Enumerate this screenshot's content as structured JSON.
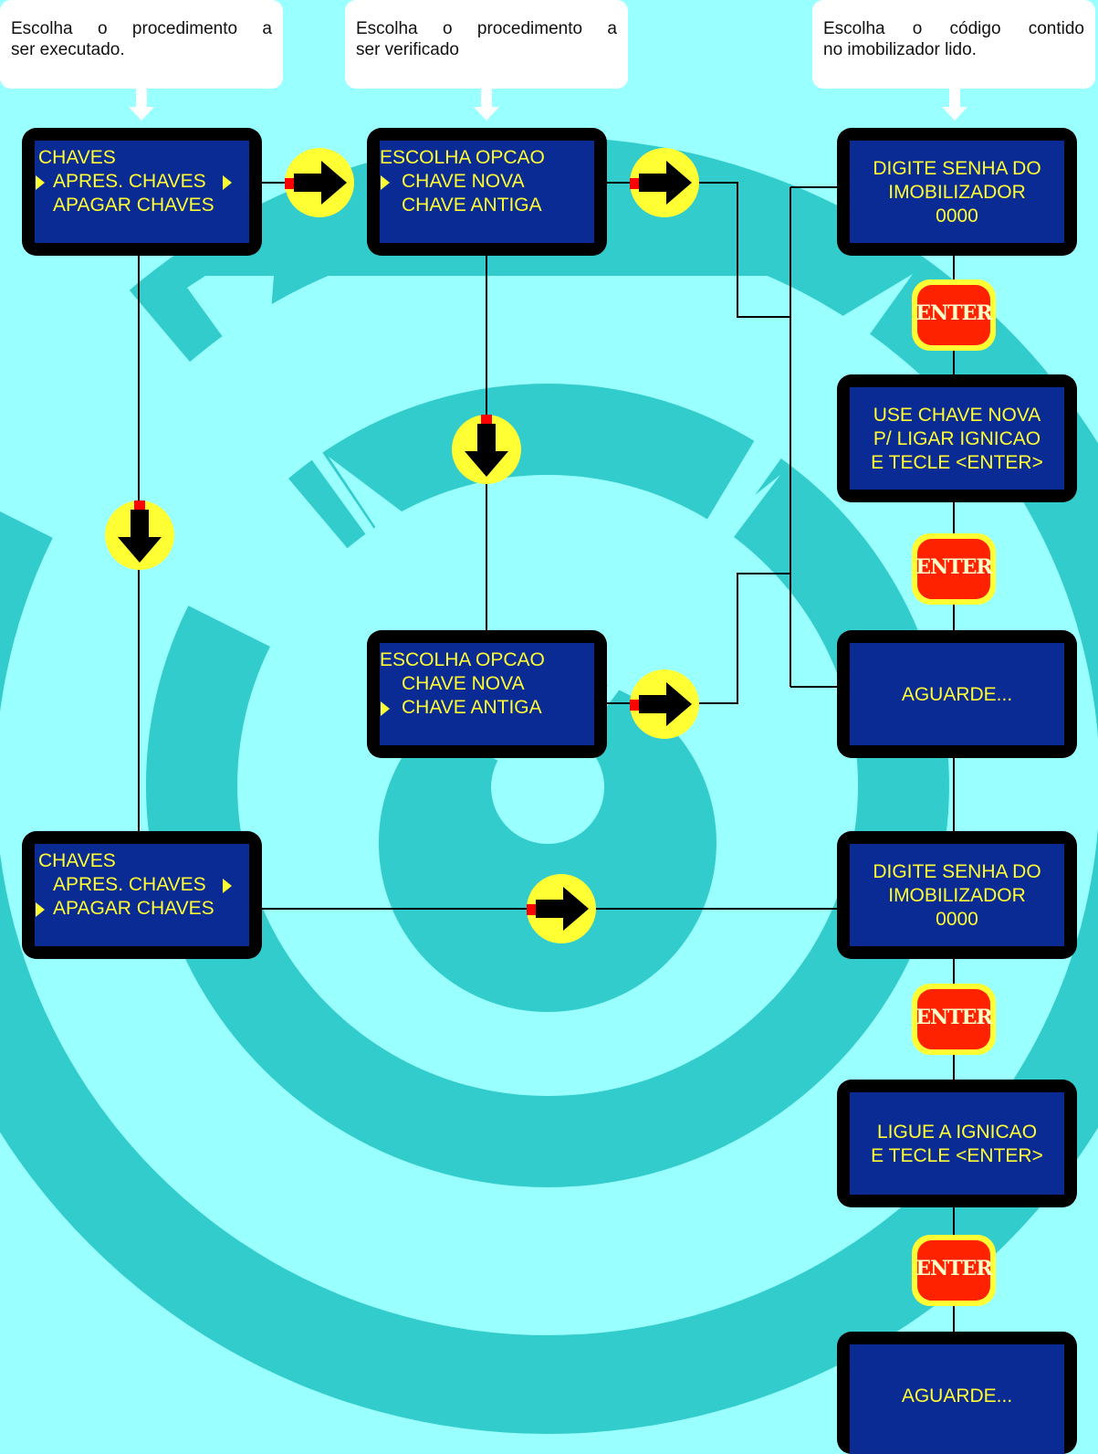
{
  "notes": {
    "execute": [
      "Escolha o procedimento a",
      "ser executado."
    ],
    "verify": [
      "Escolha o procedimento  a",
      "ser verificado"
    ],
    "code": [
      "Escolha o código contido",
      "no imobilizador lido."
    ]
  },
  "screens": {
    "chaves_menu_1": [
      "CHAVES",
      "APRES. CHAVES",
      "APAGAR CHAVES"
    ],
    "opcao_menu_1": [
      "ESCOLHA OPCAO",
      "CHAVE NOVA",
      "CHAVE ANTIGA"
    ],
    "senha_1": [
      "DIGITE SENHA DO",
      "IMOBILIZADOR",
      "0000"
    ],
    "use_chave": [
      "USE CHAVE NOVA",
      "P/ LIGAR IGNICAO",
      "E TECLE <ENTER>"
    ],
    "opcao_menu_2": [
      "ESCOLHA OPCAO",
      "CHAVE NOVA",
      "CHAVE ANTIGA"
    ],
    "aguarde_1": [
      "AGUARDE..."
    ],
    "chaves_menu_2": [
      "CHAVES",
      "APRES. CHAVES",
      "APAGAR CHAVES"
    ],
    "senha_2": [
      "DIGITE SENHA DO",
      "IMOBILIZADOR",
      "0000"
    ],
    "ligue": [
      "LIGUE A IGNICAO",
      "E TECLE <ENTER>"
    ],
    "aguarde_2": [
      "AGUARDE..."
    ]
  },
  "enter_label": "ENTER",
  "colors": {
    "background": "#99ffff",
    "swirl": "#33cccc",
    "lcd": "#0a2a94",
    "lcd_text": "#ffff33",
    "arrow_circle": "#ffff33",
    "enter_key": "#ff2200"
  }
}
